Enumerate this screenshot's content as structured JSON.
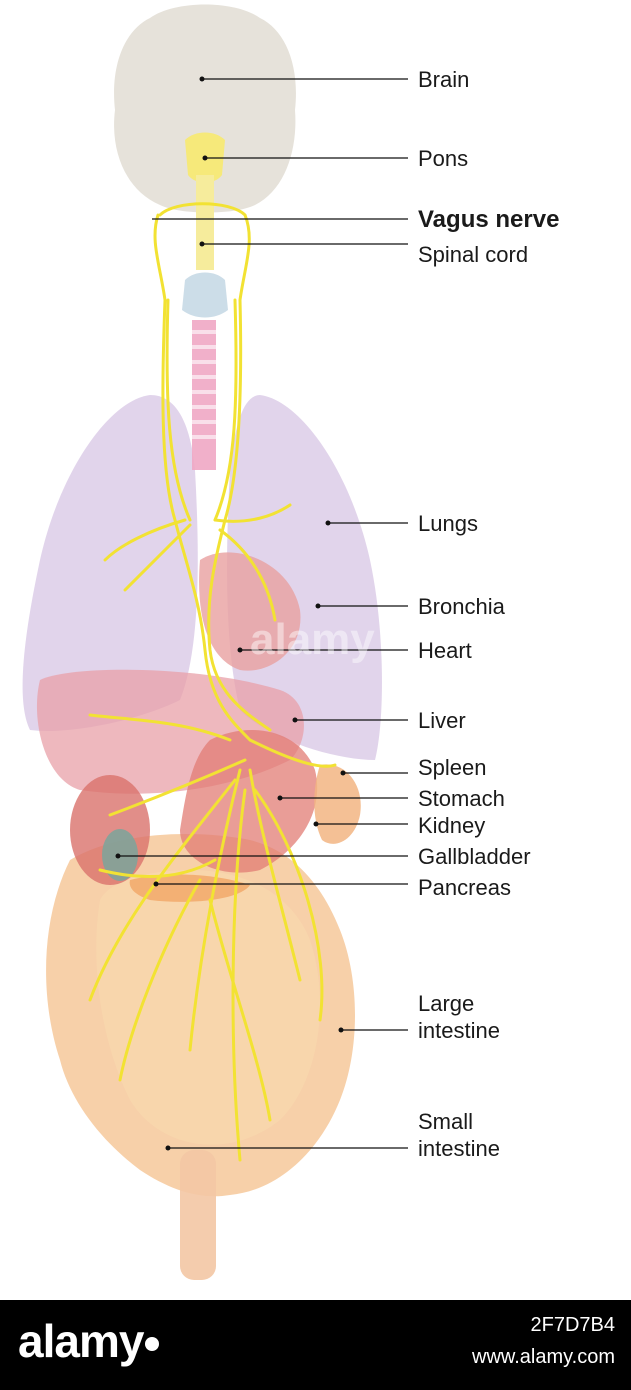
{
  "labels": {
    "brain": "Brain",
    "pons": "Pons",
    "vagus_nerve": "Vagus nerve",
    "spinal_cord": "Spinal cord",
    "lungs": "Lungs",
    "bronchia": "Bronchia",
    "heart": "Heart",
    "liver": "Liver",
    "spleen": "Spleen",
    "stomach": "Stomach",
    "kidney": "Kidney",
    "gallbladder": "Gallbladder",
    "pancreas": "Pancreas",
    "large_intestine_1": "Large",
    "large_intestine_2": "intestine",
    "small_intestine_1": "Small",
    "small_intestine_2": "intestine"
  },
  "watermark": "alamy",
  "footer": {
    "brand": "alamy",
    "image_id": "2F7D7B4",
    "site": "www.alamy.com"
  },
  "colors": {
    "brain": "#e6e2da",
    "nerve": "#f2e233",
    "lung": "#d9c9e6",
    "heart": "#e9a0a0",
    "liver": "#e8a0a8",
    "intestine": "#f5c99a",
    "footer_bg": "#000000"
  }
}
